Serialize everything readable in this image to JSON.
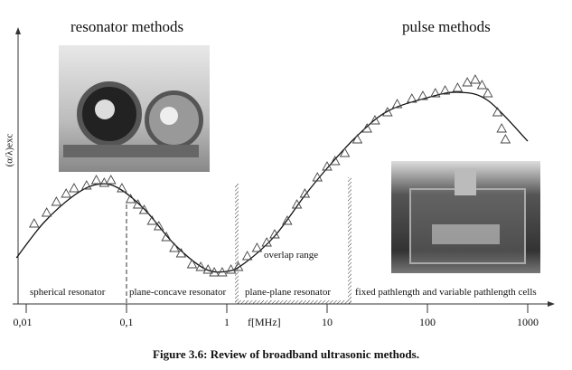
{
  "headings": {
    "left": "resonator methods",
    "right": "pulse methods"
  },
  "y_axis_label": "(α/λ)exc",
  "x_axis_unit": "f[MHz]",
  "overlap_label": "overlap range",
  "regions": [
    "spherical resonator",
    "plane-concave resonator",
    "plane-plane resonator",
    "fixed pathlength and variable pathlength cells"
  ],
  "caption": "Figure 3.6: Review of broadband ultrasonic methods.",
  "chart_data": {
    "type": "scatter",
    "xscale": "log",
    "xlim": [
      0.01,
      1000
    ],
    "ylim": [
      0,
      1
    ],
    "xlabel": "f[MHz]",
    "ylabel": "(α/λ)exc",
    "x_ticks": [
      0.01,
      0.1,
      1,
      10,
      100,
      1000
    ],
    "x_tick_labels": [
      "0,01",
      "0,1",
      "1",
      "10",
      "100",
      "1000"
    ],
    "curve": [
      [
        0.008,
        0.17
      ],
      [
        0.015,
        0.3
      ],
      [
        0.03,
        0.4
      ],
      [
        0.05,
        0.44
      ],
      [
        0.08,
        0.43
      ],
      [
        0.15,
        0.35
      ],
      [
        0.3,
        0.22
      ],
      [
        0.6,
        0.13
      ],
      [
        1,
        0.12
      ],
      [
        1.5,
        0.15
      ],
      [
        3,
        0.25
      ],
      [
        6,
        0.4
      ],
      [
        10,
        0.5
      ],
      [
        20,
        0.62
      ],
      [
        40,
        0.71
      ],
      [
        100,
        0.76
      ],
      [
        200,
        0.78
      ],
      [
        400,
        0.75
      ],
      [
        1000,
        0.6
      ]
    ],
    "points": [
      [
        0.012,
        0.29
      ],
      [
        0.016,
        0.33
      ],
      [
        0.02,
        0.37
      ],
      [
        0.025,
        0.4
      ],
      [
        0.03,
        0.42
      ],
      [
        0.04,
        0.43
      ],
      [
        0.05,
        0.45
      ],
      [
        0.06,
        0.44
      ],
      [
        0.07,
        0.45
      ],
      [
        0.09,
        0.42
      ],
      [
        0.11,
        0.38
      ],
      [
        0.13,
        0.36
      ],
      [
        0.15,
        0.34
      ],
      [
        0.18,
        0.3
      ],
      [
        0.21,
        0.28
      ],
      [
        0.25,
        0.24
      ],
      [
        0.3,
        0.2
      ],
      [
        0.35,
        0.18
      ],
      [
        0.45,
        0.14
      ],
      [
        0.55,
        0.13
      ],
      [
        0.65,
        0.12
      ],
      [
        0.75,
        0.11
      ],
      [
        0.9,
        0.11
      ],
      [
        1.1,
        0.12
      ],
      [
        1.3,
        0.13
      ],
      [
        1.6,
        0.17
      ],
      [
        2,
        0.2
      ],
      [
        2.5,
        0.22
      ],
      [
        3,
        0.25
      ],
      [
        4,
        0.3
      ],
      [
        5,
        0.36
      ],
      [
        6,
        0.4
      ],
      [
        8,
        0.46
      ],
      [
        10,
        0.5
      ],
      [
        12,
        0.52
      ],
      [
        15,
        0.55
      ],
      [
        20,
        0.6
      ],
      [
        25,
        0.64
      ],
      [
        30,
        0.67
      ],
      [
        40,
        0.7
      ],
      [
        50,
        0.73
      ],
      [
        70,
        0.75
      ],
      [
        90,
        0.76
      ],
      [
        120,
        0.77
      ],
      [
        150,
        0.78
      ],
      [
        200,
        0.79
      ],
      [
        250,
        0.81
      ],
      [
        300,
        0.82
      ],
      [
        350,
        0.8
      ],
      [
        400,
        0.77
      ],
      [
        500,
        0.7
      ],
      [
        550,
        0.64
      ],
      [
        600,
        0.6
      ]
    ]
  }
}
